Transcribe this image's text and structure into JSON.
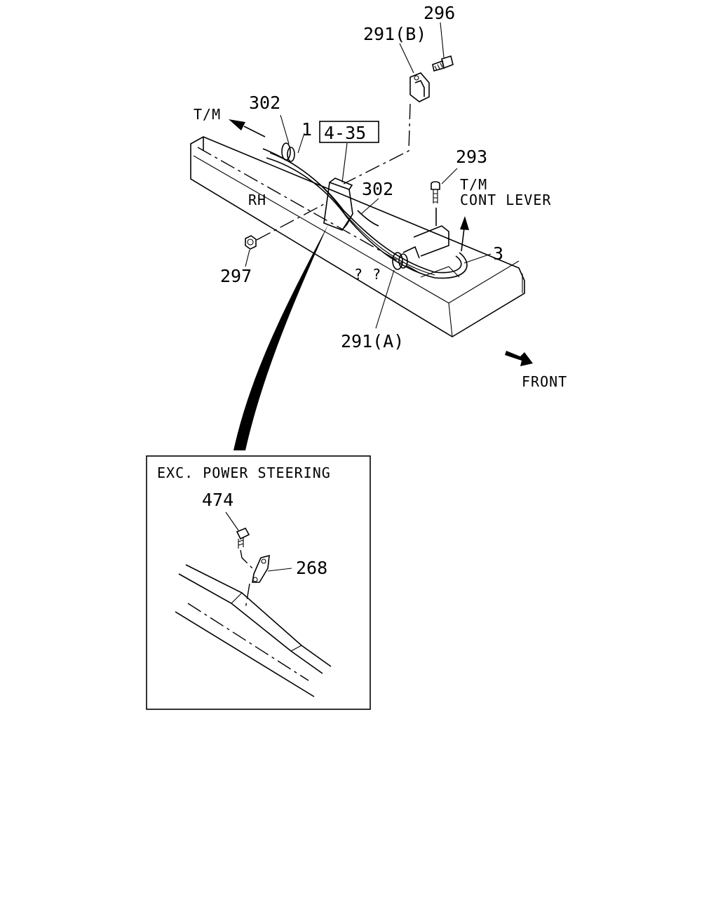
{
  "labels": {
    "p296": "296",
    "p291b": "291(B)",
    "p302a": "302",
    "p1": "1",
    "p4_35": "4-35",
    "p293": "293",
    "p302b": "302",
    "p3": "3",
    "p297": "297",
    "p291a": "291(A)",
    "tm_top": "T/M",
    "tm_right": "T/M",
    "cont_lever": "CONT LEVER",
    "rh": "RH",
    "front": "FRONT",
    "inset_title": "EXC. POWER STEERING",
    "p474": "474",
    "p268": "268"
  }
}
